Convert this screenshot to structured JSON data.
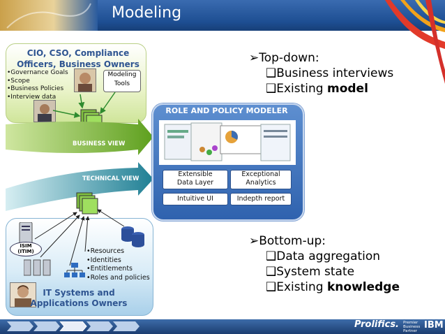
{
  "slide": {
    "title": "Modeling"
  },
  "top_box": {
    "title_line1": "CIO, CSO, Compliance",
    "title_line2": "Officers, Business Owners",
    "bullets": [
      "•Governance Goals",
      "•Scope",
      "•Business Policies",
      "•Interview data"
    ],
    "tools_line1": "Modeling",
    "tools_line2": "Tools"
  },
  "business_view": {
    "label": "BUSINESS VIEW"
  },
  "technical_view": {
    "label": "TECHNICAL VIEW"
  },
  "center_box": {
    "title": "ROLE AND POLICY MODELER",
    "buttons": [
      {
        "line1": "Extensible",
        "line2": "Data Layer"
      },
      {
        "line1": "Exceptional",
        "line2": "Analytics"
      },
      {
        "line1": "Intuitive UI"
      },
      {
        "line1": "Indepth report"
      }
    ]
  },
  "bottom_box": {
    "server_label_line1": "ISIM",
    "server_label_line2": "(ITIM)",
    "bullets": [
      "•Resources",
      "•Identities",
      "•Entitlements",
      "•Roles and policies"
    ],
    "title_line1": "IT Systems and",
    "title_line2": "Applications Owners"
  },
  "right_text": {
    "topdown": {
      "heading": "➢Top-down:",
      "items": [
        {
          "text": "❑Business interviews",
          "bold": ""
        },
        {
          "text": "❑Existing ",
          "bold": "model"
        }
      ]
    },
    "bottomup": {
      "heading": "➢Bottom-up:",
      "items": [
        {
          "text": "❑Data aggregation",
          "bold": ""
        },
        {
          "text": "❑System state",
          "bold": ""
        },
        {
          "text": "❑Existing ",
          "bold": "knowledge"
        }
      ]
    }
  },
  "footer": {
    "brand": "Prolifics.",
    "partner_line1": "Premier",
    "partner_line2": "Business",
    "partner_line3": "Partner",
    "ibm": "IBM"
  },
  "colors": {
    "title_blue": "#1e4f93",
    "box_title": "#2f5591",
    "green_band": "#7db83a",
    "teal_band": "#2e8fa0"
  }
}
